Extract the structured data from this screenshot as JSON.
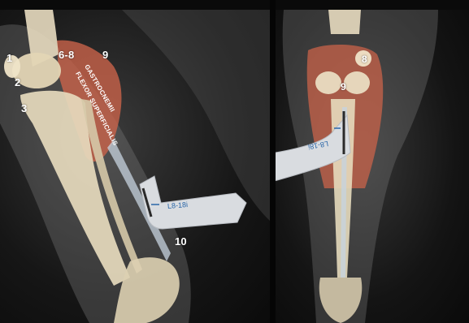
{
  "left_view": {
    "labels": {
      "n1": "1",
      "n2": "2",
      "n3": "3",
      "n6_8": "6-8",
      "n9": "9",
      "n10": "10"
    },
    "muscles": {
      "gastrocnemii": "GASTROCNEMII",
      "flexor": "FLEXOR SUPERFICIALIS"
    },
    "probe": {
      "model": "L8-18i"
    }
  },
  "right_view": {
    "labels": {
      "n8": "8",
      "n9": "9"
    },
    "probe": {
      "model": "L8-18i"
    }
  },
  "colors": {
    "background": "#0a0a0a",
    "bone": "#e8dcc0",
    "muscle": "#c9634a",
    "probe": "#d9dce0",
    "probe_accent": "#2a66a8",
    "label": "#ffffff"
  }
}
